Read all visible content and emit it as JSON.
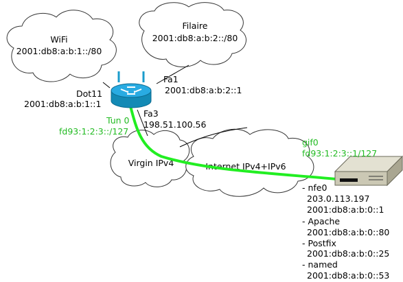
{
  "clouds": {
    "wifi": {
      "name": "WiFi",
      "prefix": "2001:db8:a:b:1::/80"
    },
    "filaire": {
      "name": "Filaire",
      "prefix": "2001:db8:a:b:2::/80"
    },
    "virgin": {
      "name": "Virgin IPv4"
    },
    "internet": {
      "name": "Internet IPv4+IPv6"
    }
  },
  "router": {
    "dot11": {
      "name": "Dot11",
      "addr": "2001:db8:a:b:1::1"
    },
    "fa1": {
      "name": "Fa1",
      "addr": "2001:db8:a:b:2::1"
    },
    "fa3": {
      "name": "Fa3",
      "addr": "198.51.100.56"
    },
    "tun0": {
      "name": "Tun 0",
      "addr": "fd93:1:2:3::/127"
    }
  },
  "server": {
    "gif0": {
      "name": "gif0",
      "addr": "fd93:1:2:3::1/127"
    },
    "services": [
      {
        "label": "- nfe0",
        "lines": [
          "203.0.113.197",
          "2001:db8:a:b:0::1"
        ]
      },
      {
        "label": "- Apache",
        "lines": [
          "2001:db8:a:b:0::80"
        ]
      },
      {
        "label": "- Postfix",
        "lines": [
          "2001:db8:a:b:0::25"
        ]
      },
      {
        "label": "- named",
        "lines": [
          "2001:db8:a:b:0::53"
        ]
      }
    ]
  },
  "colors": {
    "tunnel": "#22ee22",
    "tunnel_text": "#22bb22",
    "router": "#1a9ccc"
  },
  "icons": {
    "router": "router-icon",
    "server": "server-icon"
  }
}
